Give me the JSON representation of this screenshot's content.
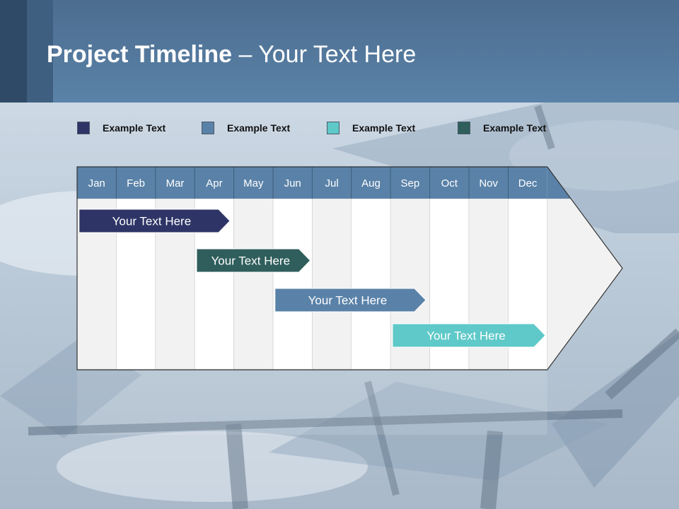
{
  "slide": {
    "title_bold": "Project Timeline",
    "title_rest": " – Your Text Here"
  },
  "legend": [
    {
      "label": "Example Text",
      "color": "#2e3566"
    },
    {
      "label": "Example Text",
      "color": "#5a82a8"
    },
    {
      "label": "Example Text",
      "color": "#5ec9c8"
    },
    {
      "label": "Example Text",
      "color": "#2f5e5c"
    }
  ],
  "months": [
    "Jan",
    "Feb",
    "Mar",
    "Apr",
    "May",
    "Jun",
    "Jul",
    "Aug",
    "Sep",
    "Oct",
    "Nov",
    "Dec"
  ],
  "colors": {
    "header": "#5a82a8",
    "header_dark": "#2f4a66",
    "month_bar": "#5a82a8",
    "column_light": "#f2f2f2",
    "column_white": "#ffffff"
  },
  "chart_data": {
    "type": "gantt",
    "categories": [
      "Jan",
      "Feb",
      "Mar",
      "Apr",
      "May",
      "Jun",
      "Jul",
      "Aug",
      "Sep",
      "Oct",
      "Nov",
      "Dec"
    ],
    "tasks": [
      {
        "label": "Your  Text Here",
        "start": 0.05,
        "end": 3.9,
        "color": "#2e3566"
      },
      {
        "label": "Your  Text Here",
        "start": 3.05,
        "end": 5.95,
        "color": "#2f5e5c"
      },
      {
        "label": "Your  Text Here",
        "start": 5.05,
        "end": 8.9,
        "color": "#5a82a8"
      },
      {
        "label": "Your  Text Here",
        "start": 8.05,
        "end": 11.95,
        "color": "#5ec9c8"
      }
    ]
  }
}
